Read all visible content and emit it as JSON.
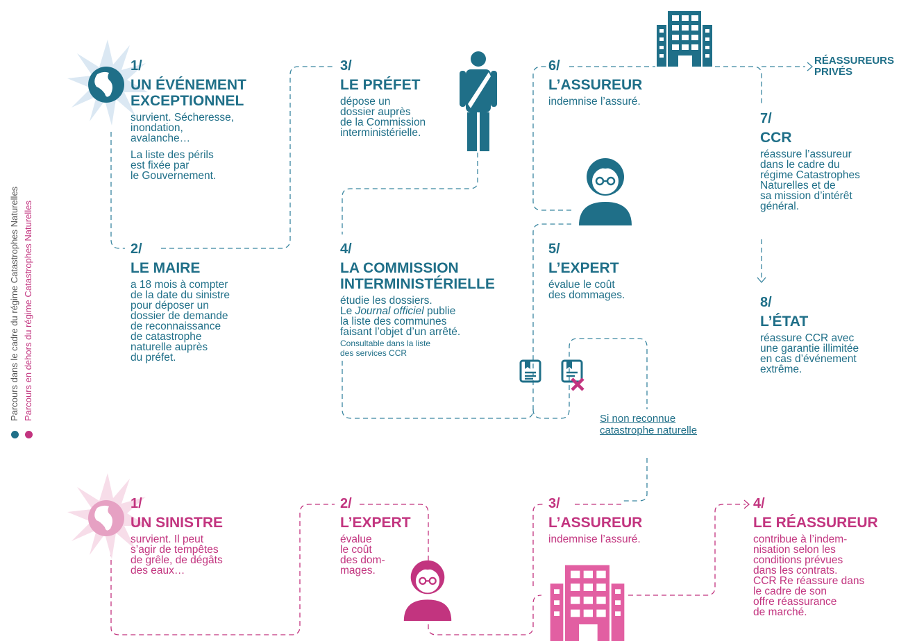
{
  "legend": {
    "blue_label": "Parcours dans le cadre du régime Catastrophes Naturelles",
    "pink_label": "Parcours en dehors du régime Catastrophes Naturelles"
  },
  "colors": {
    "blue": "#1f6f88",
    "pink": "#c2347f"
  },
  "top_flow": {
    "step1": {
      "num": "1/",
      "title_l1": "UN ÉVÉNEMENT",
      "title_l2": "EXCEPTIONNEL",
      "text": [
        "survient. Sécheresse,",
        "inondation,",
        "avalanche…"
      ],
      "text2": [
        "La liste des périls",
        "est fixée par",
        "le Gouvernement."
      ]
    },
    "step2": {
      "num": "2/",
      "title": "LE MAIRE",
      "text": [
        "a 18 mois à compter",
        "de la date du sinistre",
        "pour déposer un",
        "dossier de demande",
        "de reconnaissance",
        "de catastrophe",
        "naturelle auprès",
        "du préfet."
      ]
    },
    "step3": {
      "num": "3/",
      "title": "LE PRÉFET",
      "text": [
        "dépose un",
        "dossier auprès",
        "de la Commission",
        "interministérielle."
      ]
    },
    "step4": {
      "num": "4/",
      "title_l1": "LA COMMISSION",
      "title_l2": "INTERMINISTÉRIELLE",
      "text_l1": "étudie les dossiers.",
      "text_l2_pre": "Le ",
      "text_l2_italic": "Journal officiel",
      "text_l2_post": " publie",
      "text_l3": "la liste des communes",
      "text_l4": "faisant l’objet d’un arrêté.",
      "small": [
        "Consultable dans la liste",
        "des services CCR"
      ]
    },
    "step5": {
      "num": "5/",
      "title": "L’EXPERT",
      "text": [
        "évalue le coût",
        "des dommages."
      ]
    },
    "step6": {
      "num": "6/",
      "title": "L’ASSUREUR",
      "text": [
        "indemnise l’assuré."
      ]
    },
    "step7": {
      "num": "7/",
      "title": "CCR",
      "text": [
        "réassure l’assureur",
        "dans le cadre du",
        "régime Catastrophes",
        "Naturelles et de",
        "sa mission d’intérêt",
        "général."
      ]
    },
    "step8": {
      "num": "8/",
      "title": "L’ÉTAT",
      "text": [
        "réassure CCR avec",
        "une garantie illimitée",
        "en cas d’événement",
        "extrême."
      ]
    },
    "private_reinsurers": [
      "RÉASSUREURS",
      "PRIVÉS"
    ],
    "not_recognized_link": [
      "Si non reconnue",
      "catastrophe naturelle"
    ]
  },
  "bottom_flow": {
    "step1": {
      "num": "1/",
      "title": "UN SINISTRE",
      "text": [
        "survient. Il peut",
        "s’agir de tempêtes",
        "de grêle, de dégâts",
        "des eaux…"
      ]
    },
    "step2": {
      "num": "2/",
      "title": "L’EXPERT",
      "text": [
        "évalue",
        "le coût",
        "des dom-",
        "mages."
      ]
    },
    "step3": {
      "num": "3/",
      "title": "L’ASSUREUR",
      "text": [
        "indemnise l’assuré."
      ]
    },
    "step4": {
      "num": "4/",
      "title": "LE RÉASSUREUR",
      "text": [
        "contribue à l’indem-",
        "nisation selon les",
        "conditions prévues",
        "dans les contrats.",
        "CCR Re réassure dans",
        "le cadre de son",
        "offre réassurance",
        "de marché."
      ]
    }
  }
}
